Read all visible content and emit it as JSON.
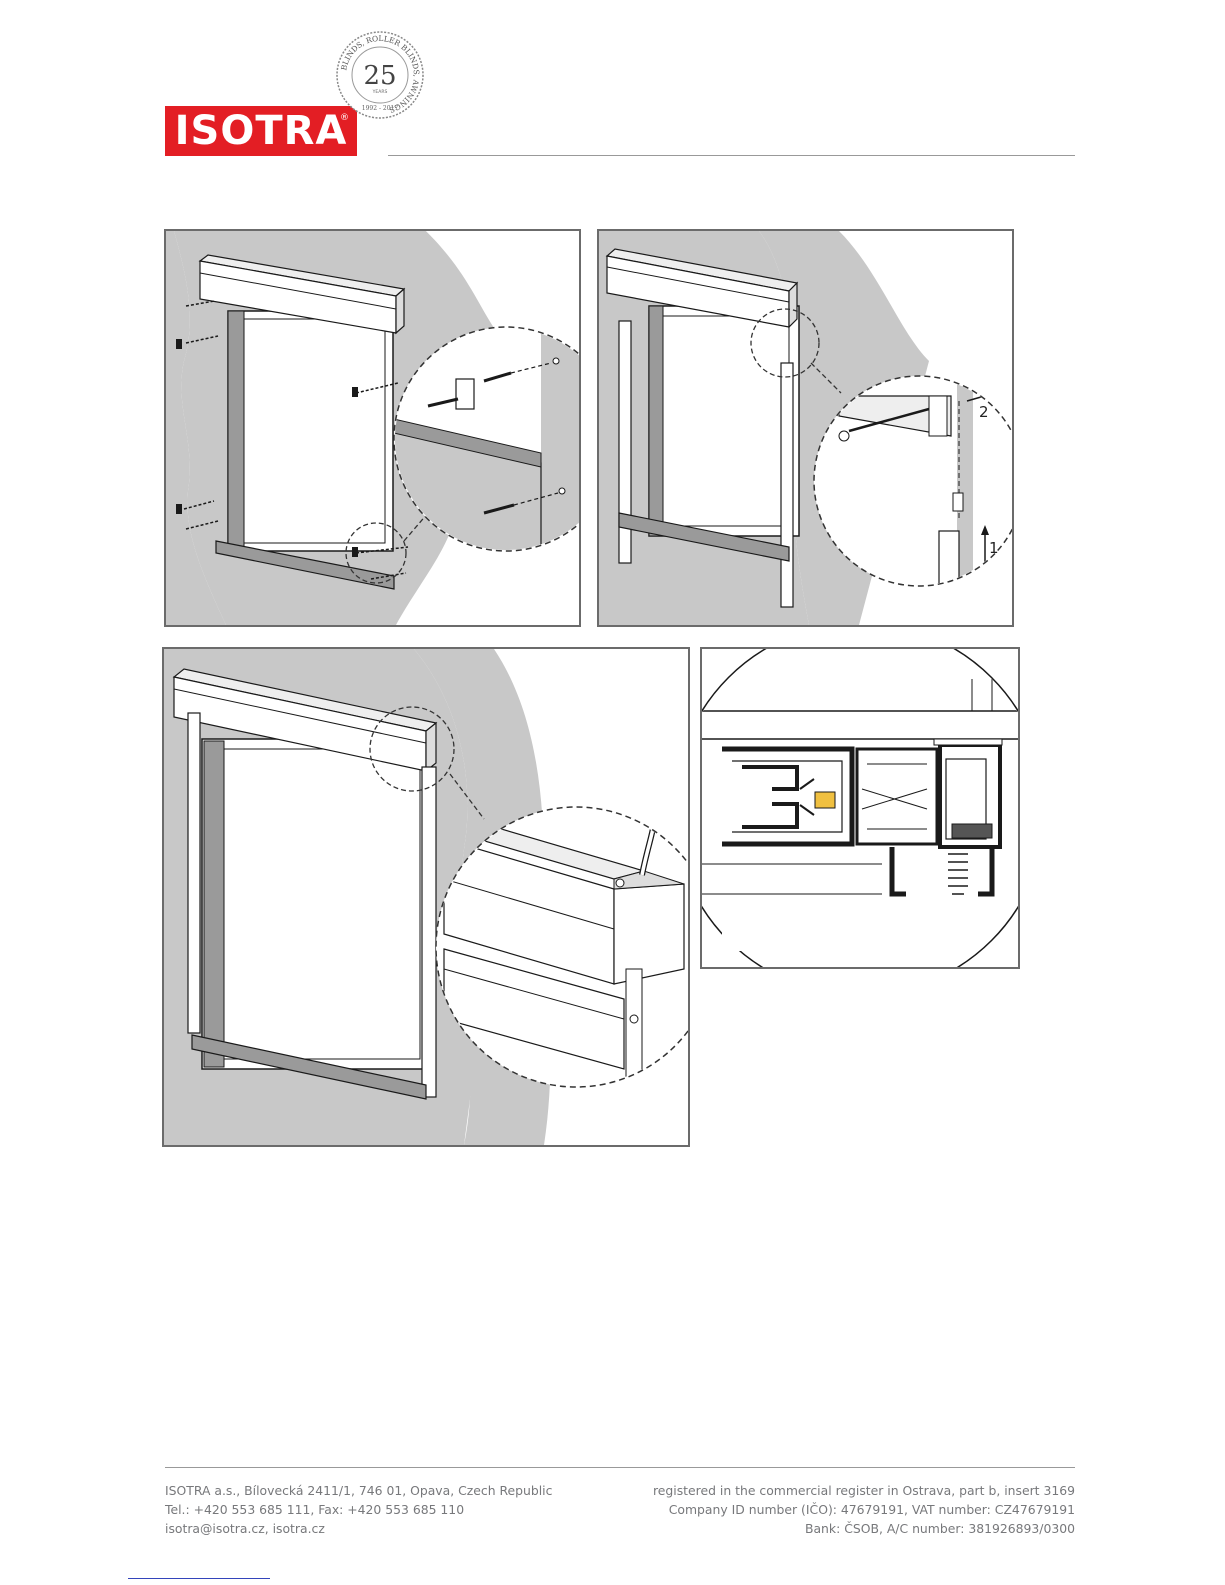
{
  "header": {
    "logo_text": "ISOTRA",
    "logo_registered": "®",
    "seal": {
      "number": "25",
      "arc_text": "BLINDS, ROLLER BLINDS, AWNINGS",
      "years_label": "YEARS",
      "dates": "1992 - 2017"
    }
  },
  "figures": {
    "panel2_step_1": "1",
    "panel2_step_2": "2"
  },
  "footer": {
    "left": [
      "ISOTRA a.s., Bílovecká 2411/1, 746 01, Opava, Czech Republic",
      "Tel.: +420 553 685 111, Fax: +420 553 685 110",
      "isotra@isotra.cz, isotra.cz"
    ],
    "right": [
      "registered in the commercial register in Ostrava, part b, insert 3169",
      "Company ID number (IČO): 47679191, VAT number: CZ47679191",
      "Bank: ČSOB, A/C number: 381926893/0300"
    ]
  },
  "colors": {
    "brand_red": "#e31e24",
    "wall_gray": "#c8c8c8",
    "line_dark": "#1a1a1a",
    "text_gray": "#77787b"
  }
}
